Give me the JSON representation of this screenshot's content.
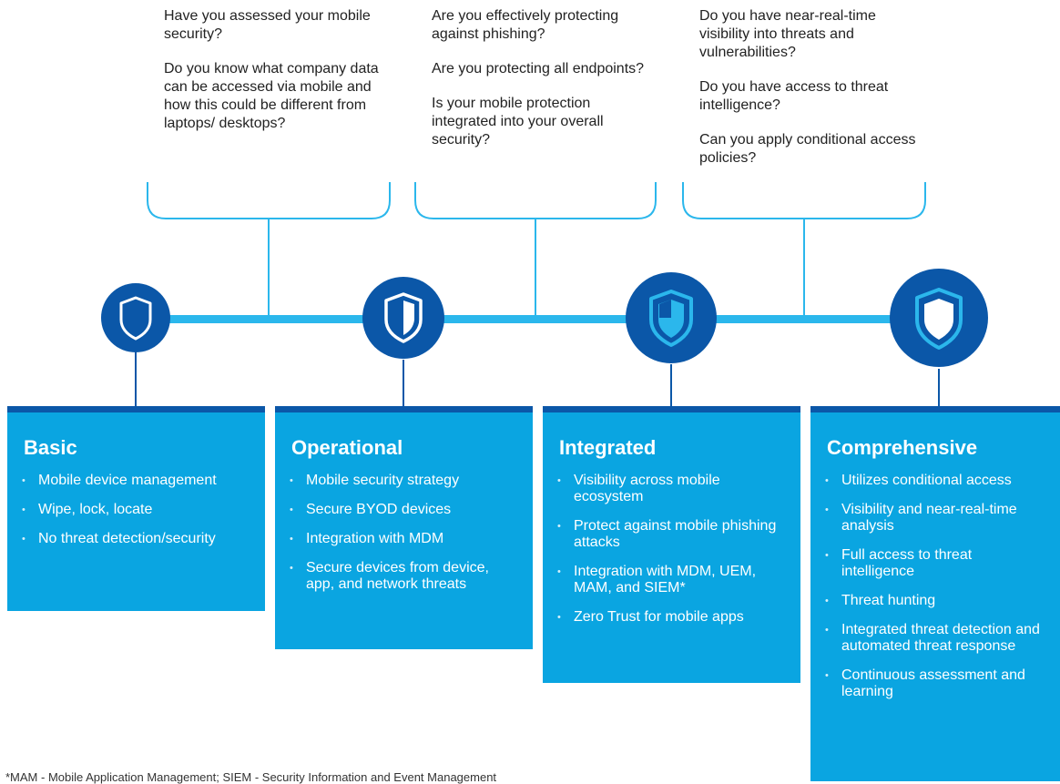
{
  "questions": [
    {
      "items": [
        "Have you assessed your mobile security?",
        "Do you know what company data can be accessed via mobile and how this could be different from laptops/ desktops?"
      ]
    },
    {
      "items": [
        "Are you effectively protecting against phishing?",
        "Are you protecting all endpoints?",
        "Is your mobile protection integrated into your overall security?"
      ]
    },
    {
      "items": [
        "Do you have near-real-time visibility into threats and vulnerabilities?",
        "Do you have access to threat intelligence?",
        "Can you apply conditional access policies?"
      ]
    }
  ],
  "stages": [
    {
      "title": "Basic",
      "icon": "shield-outline-icon",
      "items": [
        "Mobile device management",
        "Wipe, lock, locate",
        "No threat detection/security"
      ]
    },
    {
      "title": "Operational",
      "icon": "shield-half-icon",
      "items": [
        "Mobile security strategy",
        "Secure BYOD devices",
        "Integration with MDM",
        "Secure devices from device, app, and network threats"
      ]
    },
    {
      "title": "Integrated",
      "icon": "shield-three-quarter-icon",
      "items": [
        "Visibility across mobile ecosystem",
        "Protect against mobile phishing attacks",
        "Integration with MDM, UEM, MAM, and SIEM*",
        "Zero Trust for mobile apps"
      ]
    },
    {
      "title": "Comprehensive",
      "icon": "shield-full-icon",
      "items": [
        "Utilizes conditional access",
        "Visibility and near-real-time analysis",
        "Full access to threat intelligence",
        "Threat hunting",
        "Integrated threat detection and automated threat response",
        "Continuous assessment and learning"
      ]
    }
  ],
  "footnote": "*MAM - Mobile Application Management; SIEM - Security Information and Event Management",
  "colors": {
    "cyan": "#0aa5e1",
    "navy": "#0b57a8",
    "line": "#2bb7ec"
  }
}
